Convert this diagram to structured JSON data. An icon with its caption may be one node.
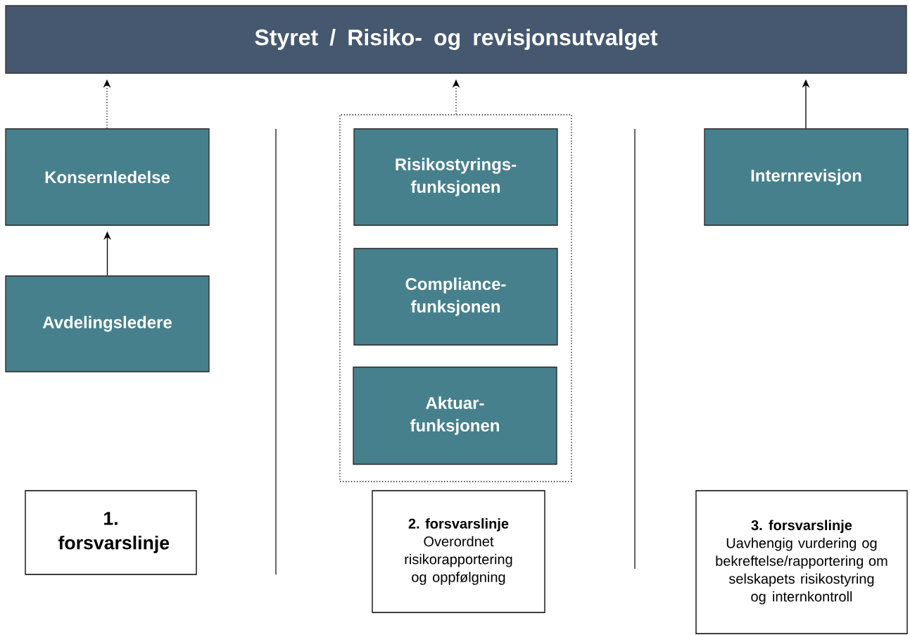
{
  "diagram": {
    "nodes": [
      {
        "text": [
          "Styret / Risiko- og revisjonsutvalget"
        ]
      },
      {
        "text": [
          "Konsernledelse"
        ]
      },
      {
        "text": [
          "Avdelingsledere"
        ]
      },
      {
        "text": [],
        "shape": "box"
      },
      {
        "text": [
          "Risikostyrings- funksjonen"
        ],
        "in": 3
      },
      {
        "text": [
          "Compliance- funksjonen"
        ],
        "in": 3
      },
      {
        "text": [
          "Aktuar- funksjonen"
        ],
        "in": 3
      },
      {
        "text": [
          "Internrevisjon"
        ]
      },
      {
        "text": [
          "1. forsvarslinje"
        ]
      },
      {
        "text": [
          "2. forsvarslinje",
          "Overordnet risikorapportering og oppfølgning"
        ]
      },
      {
        "text": [
          "3. forsvarslinje",
          "Uavhengig vurdering og bekreftelse/rapportering om selskapets risikostyring og internkontroll"
        ]
      }
    ],
    "edges": [
      {
        "from": 1,
        "to": 0,
        "arrow": "to",
        "style": "dashed"
      },
      {
        "from": 2,
        "to": 1,
        "arrow": "to"
      },
      {
        "from": 3,
        "to": 0,
        "arrow": "to",
        "style": "dashed"
      },
      {
        "from": 7,
        "to": 0,
        "arrow": "to"
      }
    ]
  }
}
